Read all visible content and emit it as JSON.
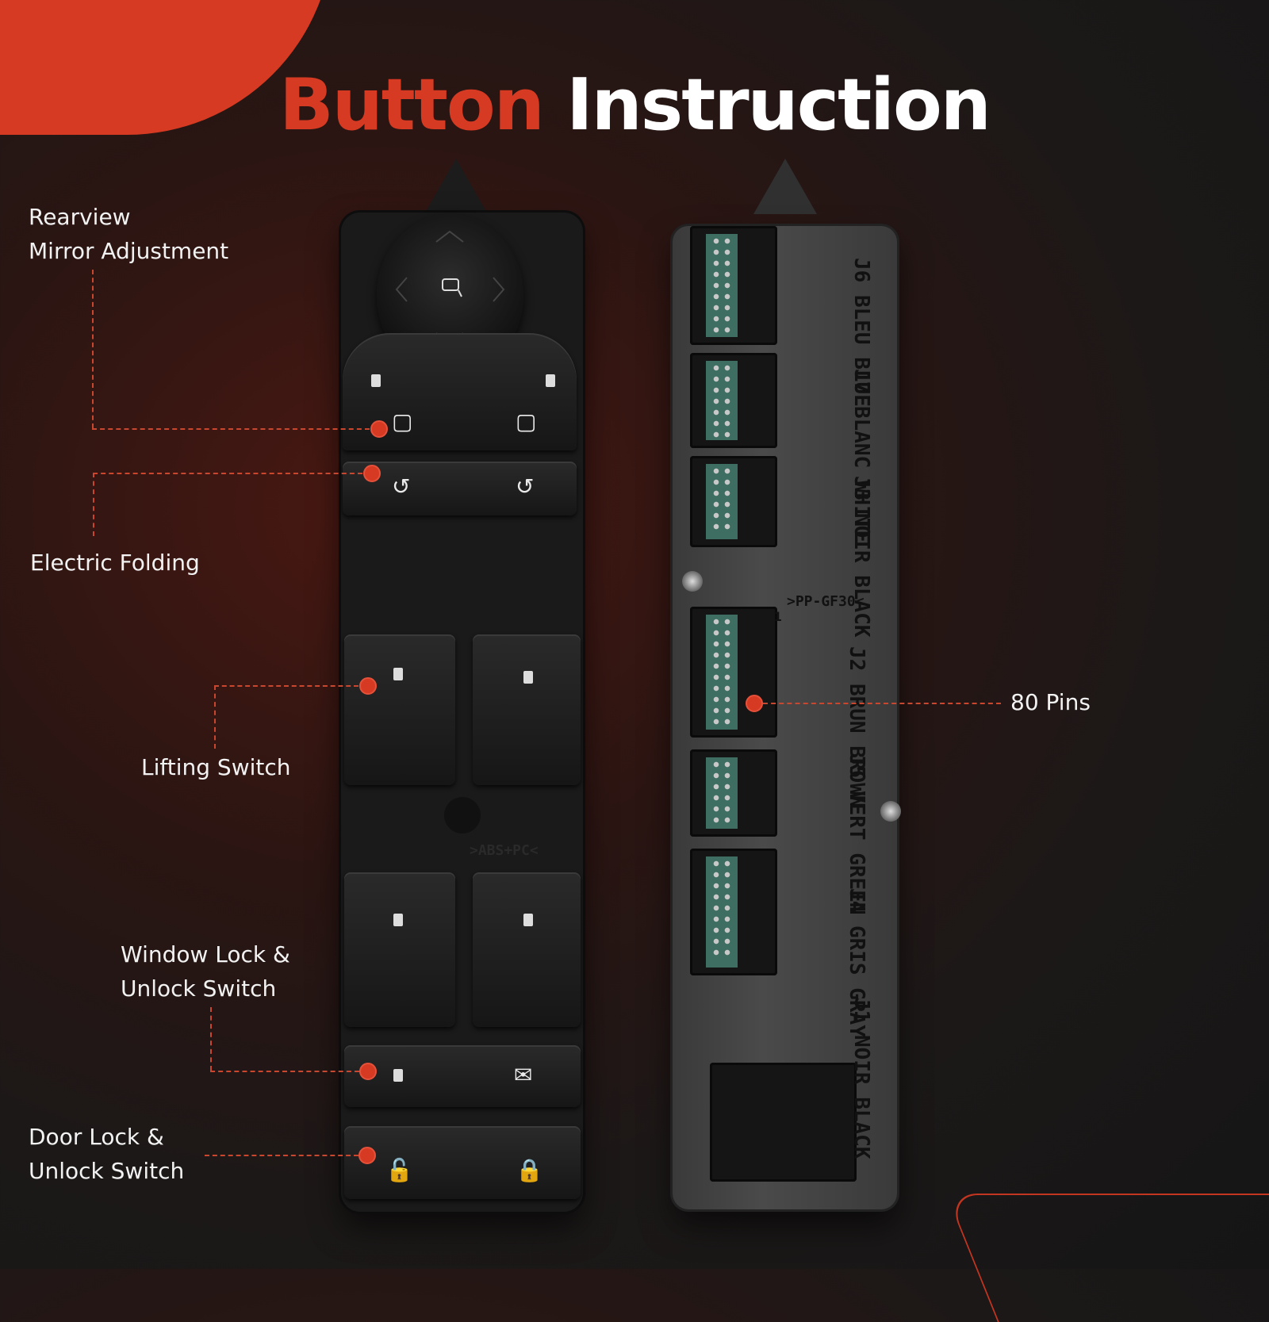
{
  "title": {
    "part1": "Button",
    "part2": "Instruction"
  },
  "callouts": {
    "rearview_mirror": {
      "line1": "Rearview",
      "line2": "Mirror Adjustment"
    },
    "electric_folding": {
      "text": "Electric Folding"
    },
    "lifting_switch": {
      "text": "Lifting Switch"
    },
    "window_lock": {
      "line1": "Window Lock &",
      "line2": "Unlock Switch"
    },
    "door_lock": {
      "line1": "Door Lock &",
      "line2": "Unlock Switch"
    },
    "pins": {
      "text": "80 Pins"
    }
  },
  "connectors": [
    {
      "id": "J6",
      "fr": "BLEU",
      "en": "BLUE"
    },
    {
      "id": "J7",
      "fr": "BLANC",
      "en": "WHITE"
    },
    {
      "id": "J3",
      "fr": "NOIR",
      "en": "BLACK"
    },
    {
      "id": "J2",
      "fr": "BRUN",
      "en": "BROWN"
    },
    {
      "id": "J5",
      "fr": "VERT",
      "en": "GREEN"
    },
    {
      "id": "J4",
      "fr": "GRIS",
      "en": "GRAY"
    },
    {
      "id": "J1",
      "fr": "NOIR",
      "en": "BLACK"
    }
  ],
  "markings": {
    "material": ">PP-GF30<",
    "front_material": ">ABS+PC<",
    "pin_one": "1"
  },
  "colors": {
    "accent": "#d63a22",
    "text": "#f2f2f2"
  }
}
